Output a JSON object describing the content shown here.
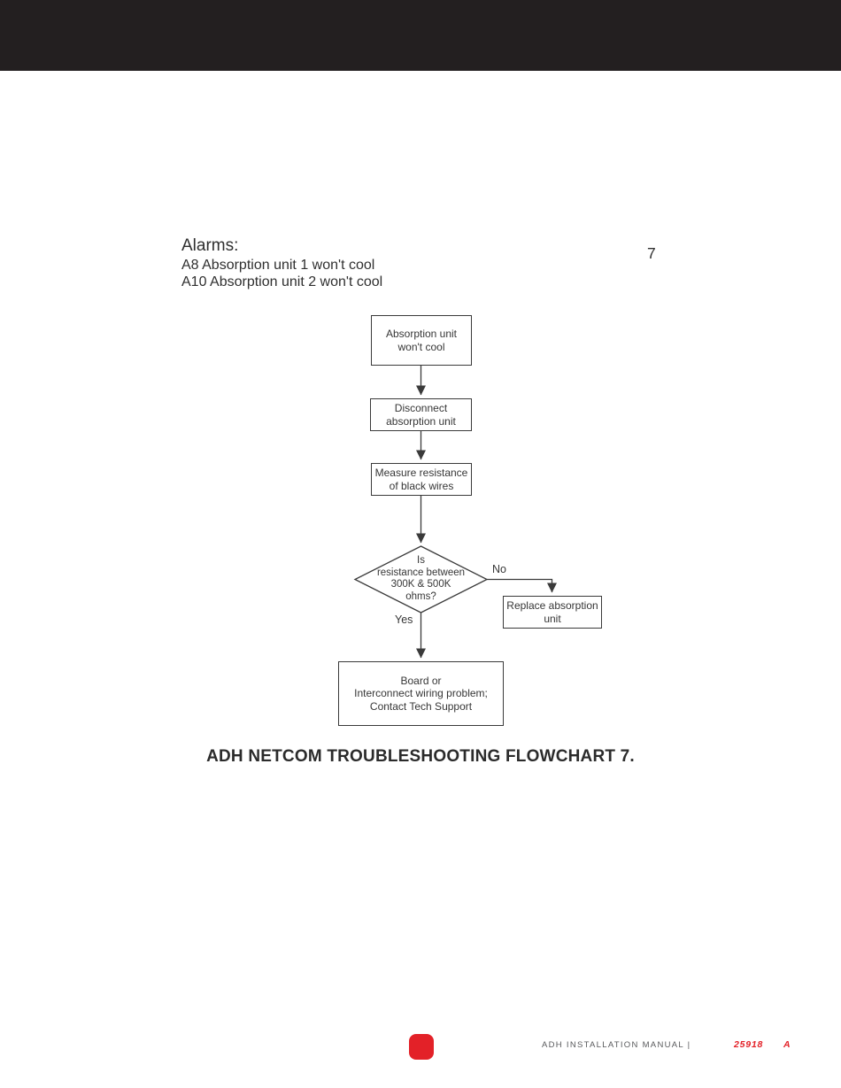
{
  "page": {
    "number": "7",
    "caption": "ADH NETCOM TROUBLESHOOTING FLOWCHART 7."
  },
  "alarms": {
    "heading": "Alarms:",
    "items": [
      "A8 Absorption unit 1 won't cool",
      "A10 Absorption unit 2 won't cool"
    ]
  },
  "flowchart": {
    "nodes": [
      {
        "id": "start",
        "type": "process",
        "text": "Absorption unit\nwon't cool"
      },
      {
        "id": "disconnect",
        "type": "process",
        "text": "Disconnect\nabsorption unit"
      },
      {
        "id": "measure",
        "type": "process",
        "text": "Measure resistance\nof black wires"
      },
      {
        "id": "decision",
        "type": "decision",
        "text": "Is\nresistance between\n300K & 500K\nohms?"
      },
      {
        "id": "replace",
        "type": "process",
        "text": "Replace absorption\nunit"
      },
      {
        "id": "board",
        "type": "process",
        "text": "Board or\nInterconnect wiring problem;\nContact Tech Support"
      }
    ],
    "edge_labels": {
      "yes": "Yes",
      "no": "No"
    }
  },
  "footer": {
    "manual_label": "ADH INSTALLATION MANUAL |",
    "doc_number": "25918",
    "revision": "A"
  },
  "colors": {
    "header_black": "#231f20",
    "accent_red": "#e32128",
    "line_ink": "#3a3a3a",
    "footer_gray": "#595a5c"
  }
}
